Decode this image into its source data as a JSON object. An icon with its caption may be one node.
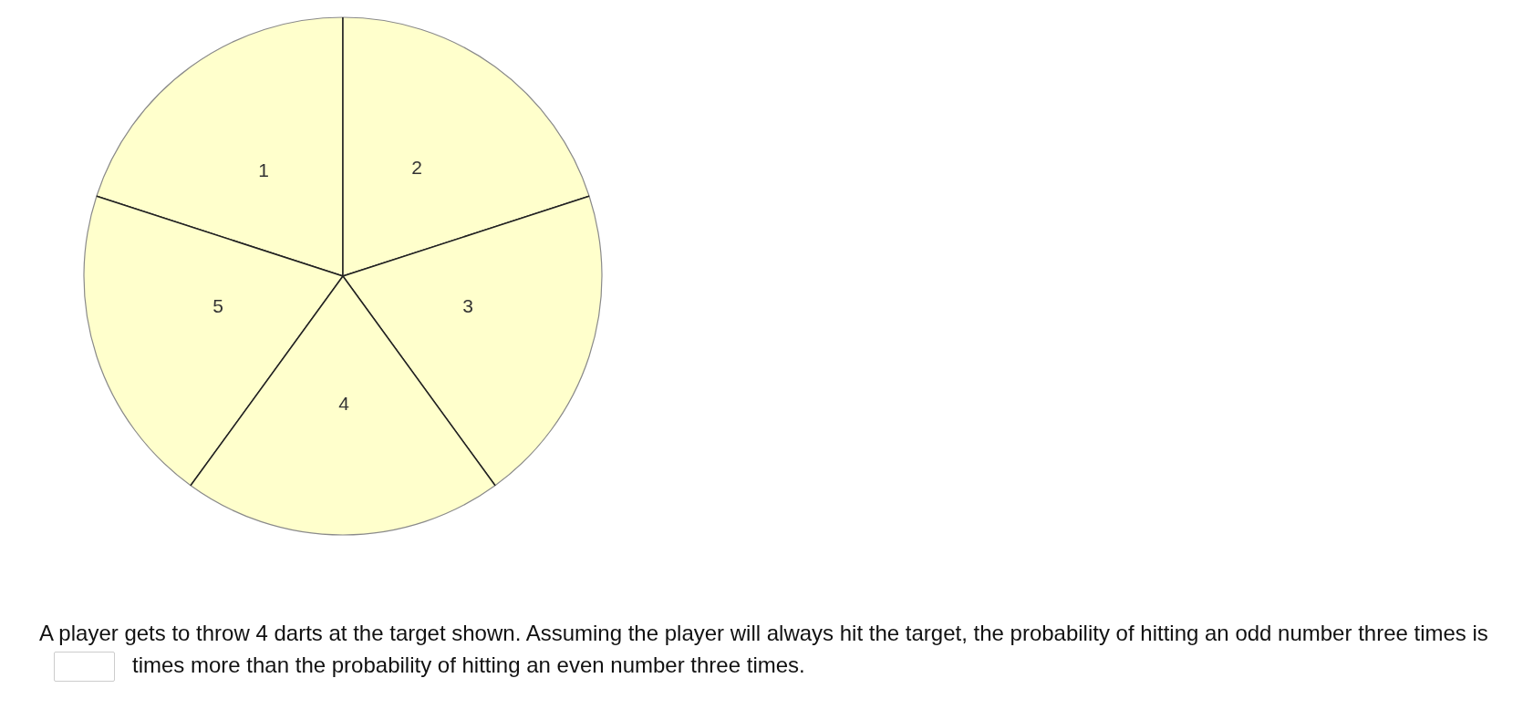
{
  "diagram": {
    "nodes": [
      {
        "text": [
          "1"
        ]
      },
      {
        "text": [
          "2"
        ]
      },
      {
        "text": [
          "5"
        ]
      },
      {
        "text": [
          "3"
        ]
      },
      {
        "text": [
          "4"
        ]
      }
    ],
    "labels": [
      "A player gets to throw 4 darts at the target shown. Assuming the player will always hit the target, the probability of hitting an odd number three times is",
      "times more than the probability of hitting an even number three times."
    ]
  }
}
